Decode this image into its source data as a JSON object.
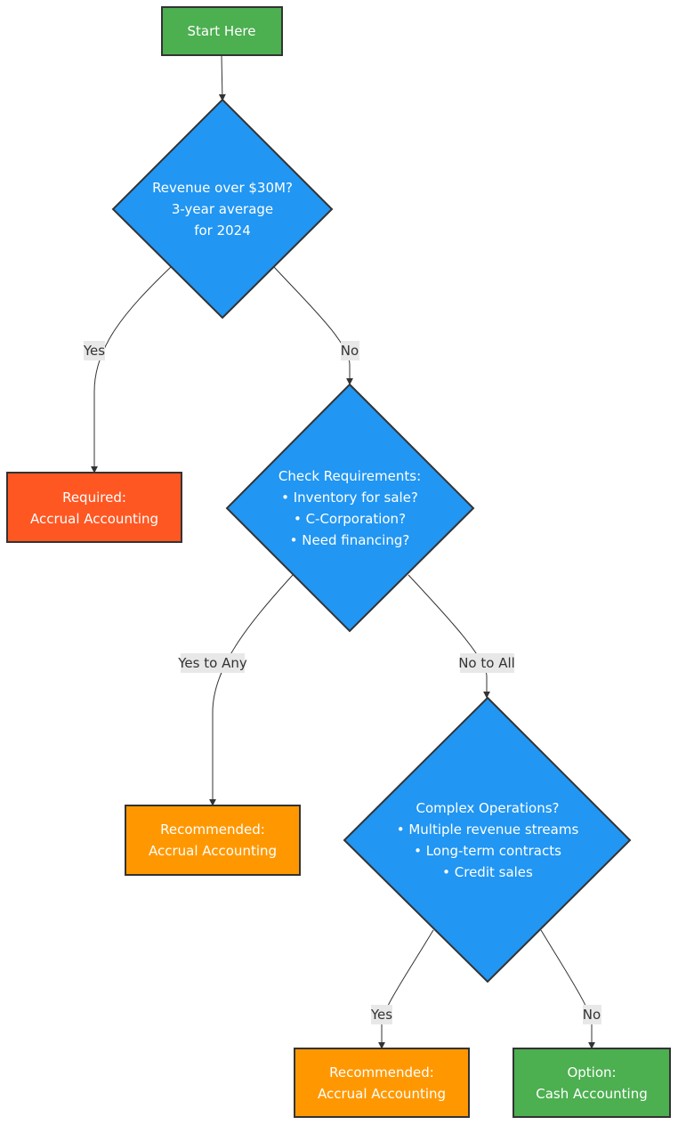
{
  "colors": {
    "start": "#4CAF50",
    "decision": "#2196F3",
    "required": "#FF5722",
    "recommended": "#FF9800",
    "option": "#4CAF50",
    "border": "#333333",
    "edge_label_bg": "#E8E8E8"
  },
  "nodes": {
    "start": {
      "lines": [
        "Start Here"
      ]
    },
    "revenue": {
      "lines": [
        "Revenue over $30M?",
        "3-year average",
        "for 2024"
      ]
    },
    "required": {
      "lines": [
        "Required:",
        "Accrual Accounting"
      ]
    },
    "requirements": {
      "lines": [
        "Check Requirements:",
        "• Inventory for sale?",
        "• C-Corporation?",
        "• Need financing?"
      ]
    },
    "recommended1": {
      "lines": [
        "Recommended:",
        "Accrual Accounting"
      ]
    },
    "complex": {
      "lines": [
        "Complex Operations?",
        "• Multiple revenue streams",
        "• Long-term contracts",
        "• Credit sales"
      ]
    },
    "recommended2": {
      "lines": [
        "Recommended:",
        "Accrual Accounting"
      ]
    },
    "option": {
      "lines": [
        "Option:",
        "Cash Accounting"
      ]
    }
  },
  "edges": {
    "revenue_yes": "Yes",
    "revenue_no": "No",
    "req_yes": "Yes to Any",
    "req_no": "No to All",
    "complex_yes": "Yes",
    "complex_no": "No"
  }
}
